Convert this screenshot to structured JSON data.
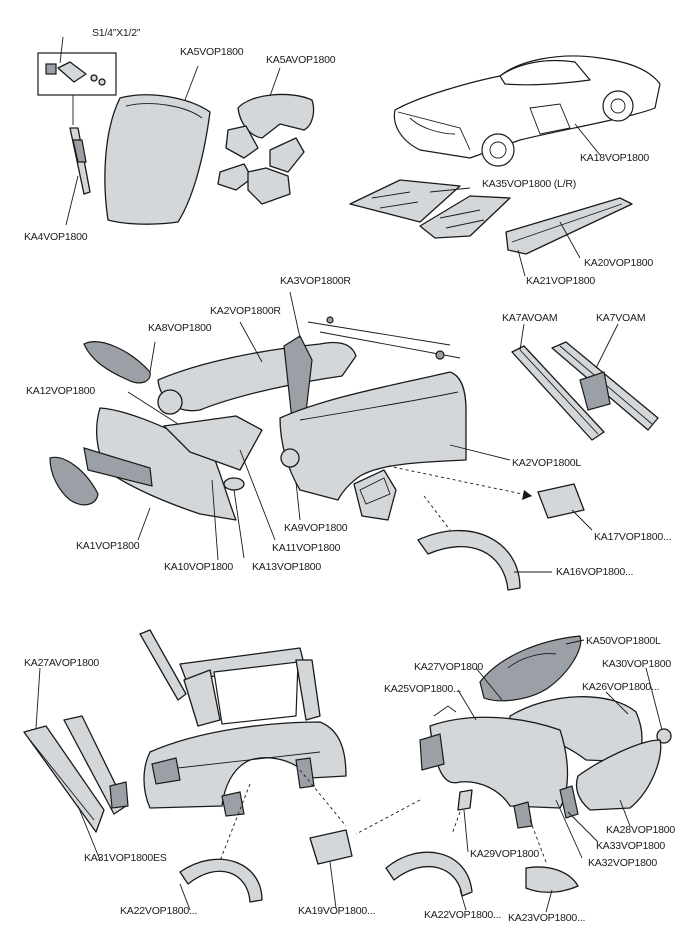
{
  "labels": {
    "bolt_size": "S1/4”X1/2”",
    "ka5": "KA5VOP1800",
    "ka5a": "KA5AVOP1800",
    "ka4": "KA4VOP1800",
    "ka18": "KA18VOP1800",
    "ka35": "KA35VOP1800 (L/R)",
    "ka20": "KA20VOP1800",
    "ka21": "KA21VOP1800",
    "ka3": "KA3VOP1800R",
    "ka2r": "KA2VOP1800R",
    "ka8": "KA8VOP1800",
    "ka7a": "KA7AVOAM",
    "ka7": "KA7VOAM",
    "ka12": "KA12VOP1800",
    "ka2l": "KA2VOP1800L",
    "ka9": "KA9VOP1800",
    "ka17": "KA17VOP1800...",
    "ka1": "KA1VOP1800",
    "ka11": "KA11VOP1800",
    "ka10": "KA10VOP1800",
    "ka13": "KA13VOP1800",
    "ka16": "KA16VOP1800...",
    "ka50": "KA50VOP1800L",
    "ka27a": "KA27AVOP1800",
    "ka27": "KA27VOP1800",
    "ka30": "KA30VOP1800",
    "ka25": "KA25VOP1800...",
    "ka26": "KA26VOP1800...",
    "ka31": "KA31VOP1800ES",
    "ka28": "KA28VOP1800",
    "ka33": "KA33VOP1800",
    "ka29": "KA29VOP1800",
    "ka32": "KA32VOP1800",
    "ka22a": "KA22VOP1800...",
    "ka19": "KA19VOP1800...",
    "ka22b": "KA22VOP1800...",
    "ka23": "KA23VOP1800..."
  }
}
